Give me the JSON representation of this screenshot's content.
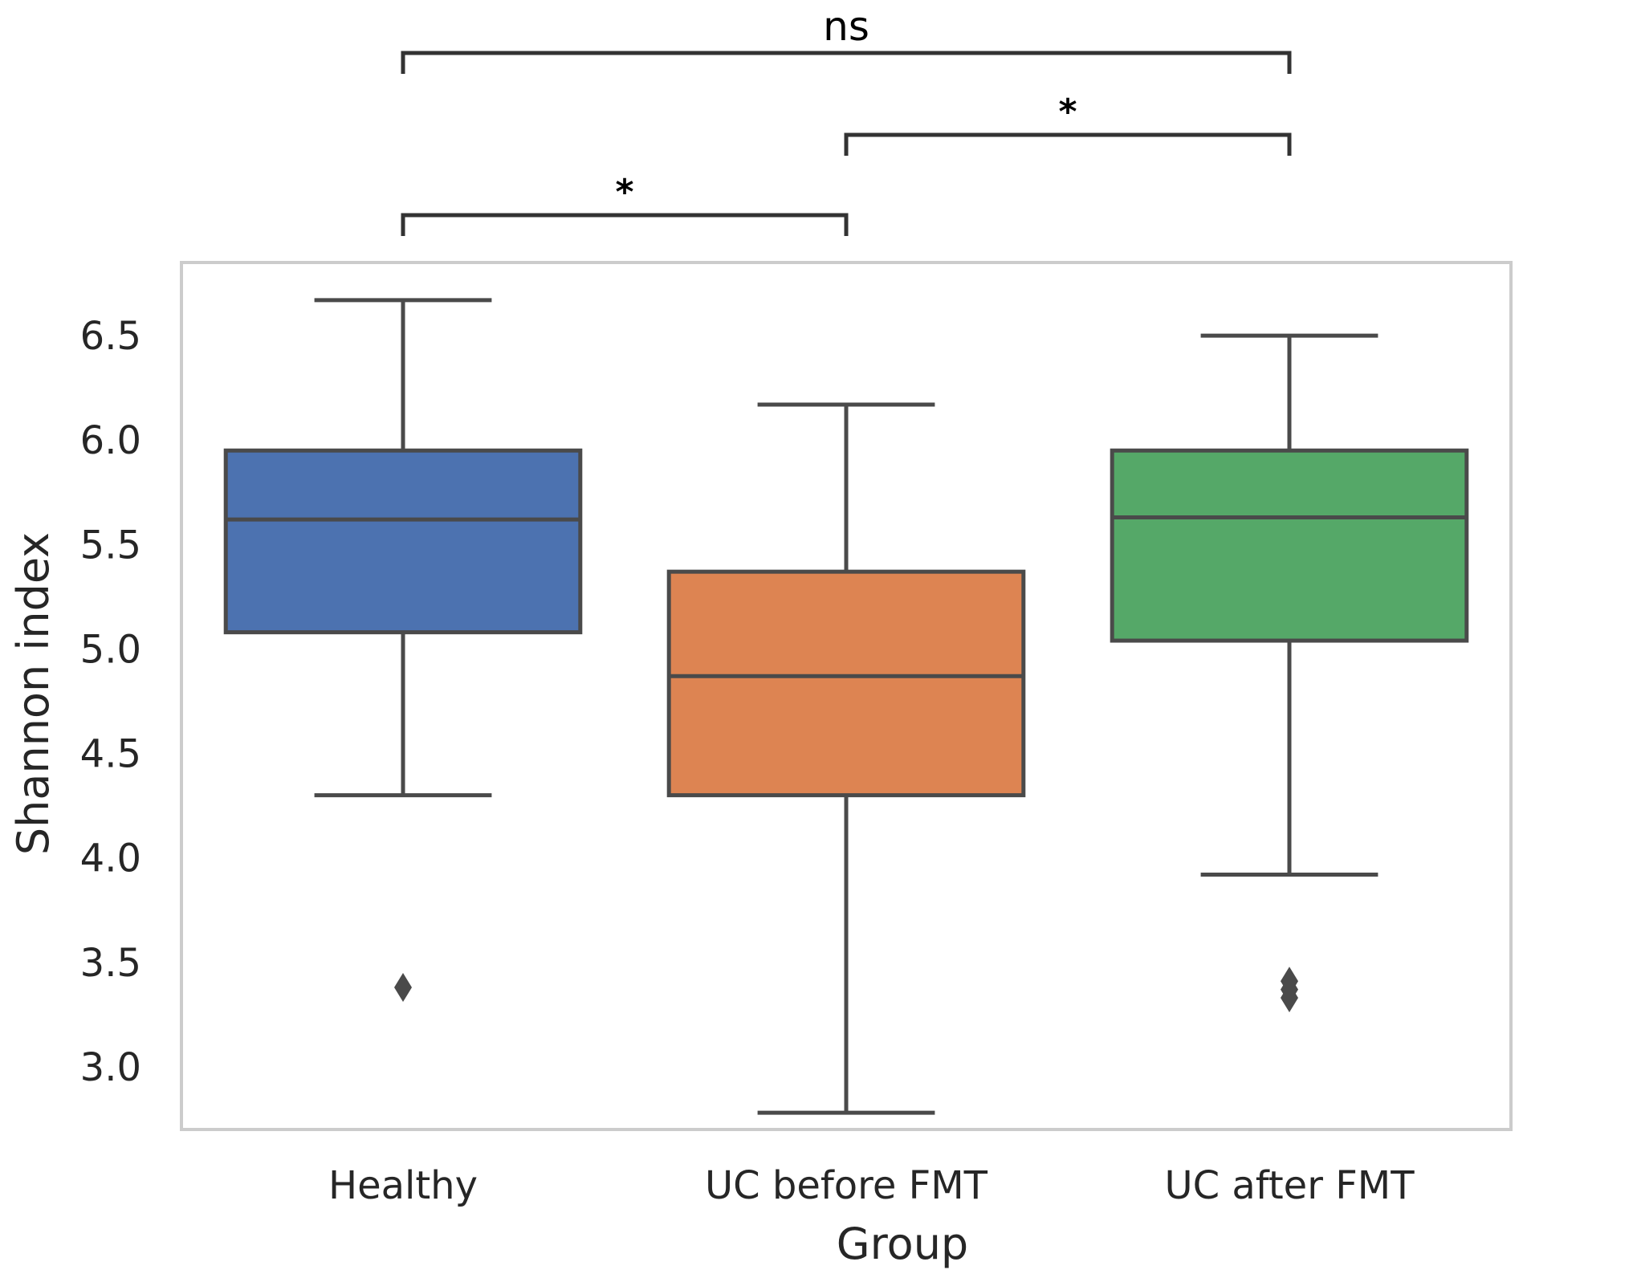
{
  "chart_data": {
    "type": "box",
    "xlabel": "Group",
    "ylabel": "Shannon index",
    "ylim": [
      2.7,
      6.85
    ],
    "yticks": [
      3.0,
      3.5,
      4.0,
      4.5,
      5.0,
      5.5,
      6.0,
      6.5
    ],
    "grid": false,
    "categories": [
      "Healthy",
      "UC before FMT",
      "UC after FMT"
    ],
    "colors": [
      "#4c72b0",
      "#dd8452",
      "#55a868"
    ],
    "line_color": "#4a4a4a",
    "frame_color": "#cccccc",
    "boxes": [
      {
        "category": "Healthy",
        "whisker_low": 4.3,
        "q1": 5.08,
        "median": 5.62,
        "q3": 5.95,
        "whisker_high": 6.67,
        "outliers": [
          3.38
        ]
      },
      {
        "category": "UC before FMT",
        "whisker_low": 2.78,
        "q1": 4.3,
        "median": 4.87,
        "q3": 5.37,
        "whisker_high": 6.17,
        "outliers": []
      },
      {
        "category": "UC after FMT",
        "whisker_low": 3.92,
        "q1": 5.04,
        "median": 5.63,
        "q3": 5.95,
        "whisker_high": 6.5,
        "outliers": [
          3.33,
          3.37,
          3.41
        ]
      }
    ],
    "annotations": [
      {
        "from": 0,
        "to": 1,
        "label": "*"
      },
      {
        "from": 1,
        "to": 2,
        "label": "*"
      },
      {
        "from": 0,
        "to": 2,
        "label": "ns"
      }
    ]
  }
}
